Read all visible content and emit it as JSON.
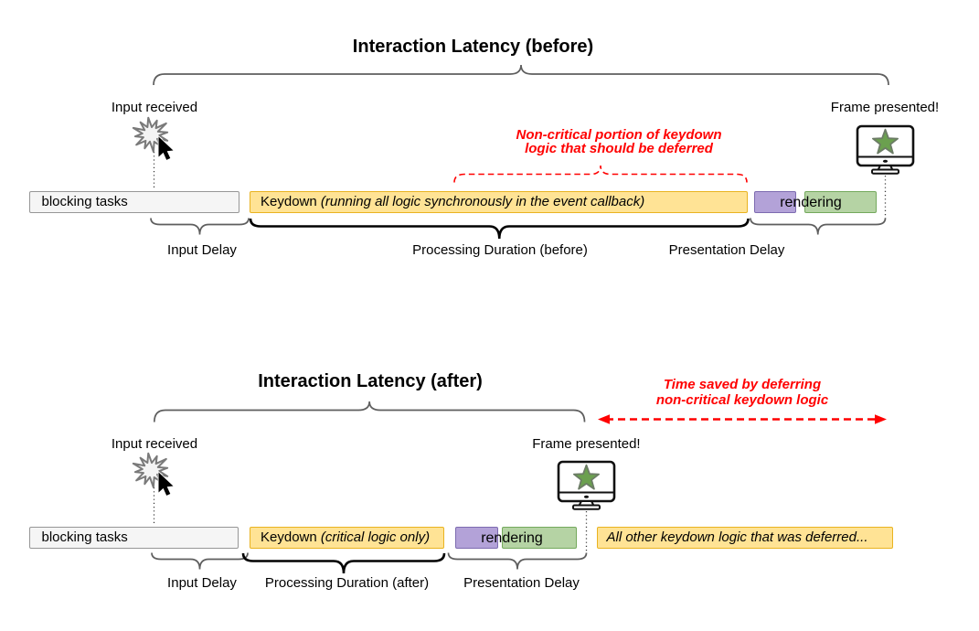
{
  "colors": {
    "red": "#ff0000",
    "yellow_fill": "#ffe395",
    "yellow_stroke": "#e9b320",
    "purple_fill": "#b3a2d8",
    "purple_stroke": "#7d6bb0",
    "green_fill": "#b5d3a4",
    "green_stroke": "#74a95c",
    "gray_fill": "#f5f5f5",
    "gray_stroke": "#969696",
    "brace_gray": "#5e5e5e",
    "brace_black": "#000000",
    "star_green": "#6ba04f"
  },
  "before": {
    "title": "Interaction Latency (before)",
    "input_received_label": "Input received",
    "frame_presented_label": "Frame presented!",
    "annotation_line1": "Non-critical portion of keydown",
    "annotation_line2": "logic that should be deferred",
    "bars": {
      "blocking": "blocking tasks",
      "keydown_prefix": "Keydown ",
      "keydown_italic": "(running all logic synchronously in the event callback)",
      "rendering": "rendering"
    },
    "braces": {
      "input_delay": "Input Delay",
      "processing": "Processing Duration (before)",
      "presentation": "Presentation Delay"
    }
  },
  "after": {
    "title": "Interaction Latency (after)",
    "annotation_line1": "Time saved by deferring",
    "annotation_line2": "non-critical keydown logic",
    "input_received_label": "Input received",
    "frame_presented_label": "Frame presented!",
    "bars": {
      "blocking": "blocking tasks",
      "keydown_prefix": "Keydown ",
      "keydown_italic": "(critical logic only)",
      "rendering": "rendering",
      "deferred": "All other keydown logic that was deferred..."
    },
    "braces": {
      "input_delay": "Input Delay",
      "processing": "Processing Duration (after)",
      "presentation": "Presentation Delay"
    }
  }
}
